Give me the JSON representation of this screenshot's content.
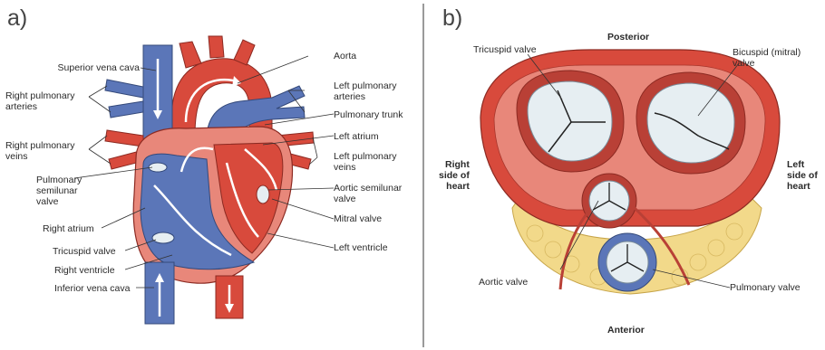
{
  "panel_a": {
    "letter": "a)",
    "labels": {
      "superior_vena_cava": "Superior vena cava",
      "right_pulmonary_arteries": "Right pulmonary\narteries",
      "right_pulmonary_veins": "Right pulmonary\nveins",
      "pulmonary_semilunar_valve": "Pulmonary\nsemilunar\nvalve",
      "right_atrium": "Right atrium",
      "tricuspid_valve": "Tricuspid valve",
      "right_ventricle": "Right ventricle",
      "inferior_vena_cava": "Inferior vena cava",
      "aorta": "Aorta",
      "left_pulmonary_arteries": "Left pulmonary\narteries",
      "pulmonary_trunk": "Pulmonary trunk",
      "left_atrium": "Left atrium",
      "left_pulmonary_veins": "Left pulmonary\nveins",
      "aortic_semilunar_valve": "Aortic semilunar\nvalve",
      "mitral_valve": "Mitral valve",
      "left_ventricle": "Left ventricle"
    }
  },
  "panel_b": {
    "letter": "b)",
    "labels": {
      "posterior": "Posterior",
      "anterior": "Anterior",
      "tricuspid_valve": "Tricuspid valve",
      "bicuspid_valve": "Bicuspid (mitral)\nvalve",
      "right_side": "Right\nside of\nheart",
      "left_side": "Left\nside of\nheart",
      "aortic_valve": "Aortic valve",
      "pulmonary_valve": "Pulmonary valve"
    }
  },
  "colors": {
    "oxygenated_red": "#d84a3c",
    "deoxygenated_blue": "#5b76b8",
    "muscle_pink": "#e8877a",
    "fat_yellow": "#f2d98a",
    "valve_white": "#e6eef2"
  }
}
